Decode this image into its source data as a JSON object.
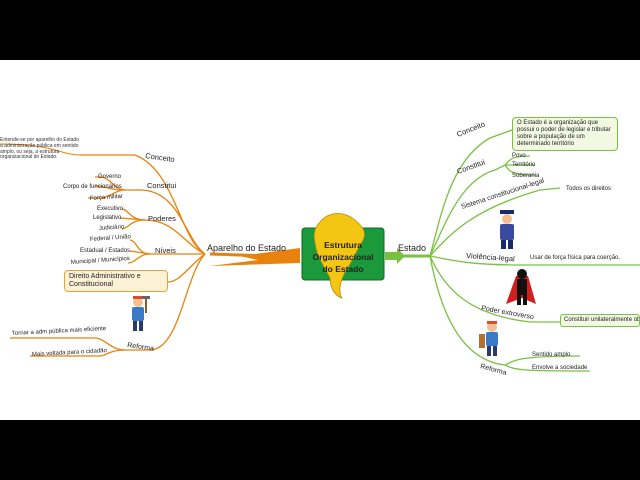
{
  "center": {
    "title": "Estrutura Organizacional do Estado",
    "title_lines": [
      "Estrutura",
      "Organizacional",
      "do Estado"
    ]
  },
  "left": {
    "title": "Aparelho do Estado",
    "conceito": {
      "label": "Conceito",
      "note": "Entende-se por aparelho do Estado a administração pública em sentido amplo, ou seja, a estrutura organizacional do Estado."
    },
    "constitui": {
      "label": "Constitui",
      "items": [
        "Governo",
        "Corpo de funcionários",
        "Força militar"
      ]
    },
    "poderes": {
      "label": "Poderes",
      "items": [
        "Executivo",
        "Legislativo",
        "Judiciário"
      ]
    },
    "niveis": {
      "label": "Níveis",
      "items": [
        "Federal / União",
        "Estadual / Estados",
        "Municipal / Municípios"
      ]
    },
    "direito": "Direito Administrativo e Constitucional",
    "reforma": {
      "label": "Reforma",
      "items": [
        "Tornar a adm pública mais eficiente",
        "Mais voltada para o cidadão"
      ]
    }
  },
  "right": {
    "title": "Estado",
    "conceito": {
      "label": "Conceito",
      "note": "O Estado é a organização que possui o poder de legislar e tributar sobre a população de um determinado território"
    },
    "constitui": {
      "label": "Constitui",
      "items": [
        "Povo",
        "Território",
        "Soberania"
      ]
    },
    "sistema": {
      "label": "Sistema constitucional-legal",
      "item": "Todos os direitos"
    },
    "violencia": {
      "label": "Violência-legal",
      "item": "Usar de força física para coerção."
    },
    "poder": {
      "label": "Poder extroverso",
      "note": "Constituir unilateralmente obrigações para terceiros"
    },
    "reforma": {
      "label": "Reforma",
      "items": [
        "Sentido amplo",
        "Envolve a sociedade"
      ]
    }
  },
  "colors": {
    "left_branch": "#e8820c",
    "right_branch": "#7ac143",
    "center_bg": "#1a9a3a",
    "note_bg": "#fdf1d6",
    "note_border": "#e8a33a",
    "right_note_bg": "#f2f8e2",
    "right_note_border": "#7ac143"
  },
  "icons": [
    "worker-icon",
    "police-icon",
    "superhero-icon",
    "brazil-map-icon"
  ]
}
